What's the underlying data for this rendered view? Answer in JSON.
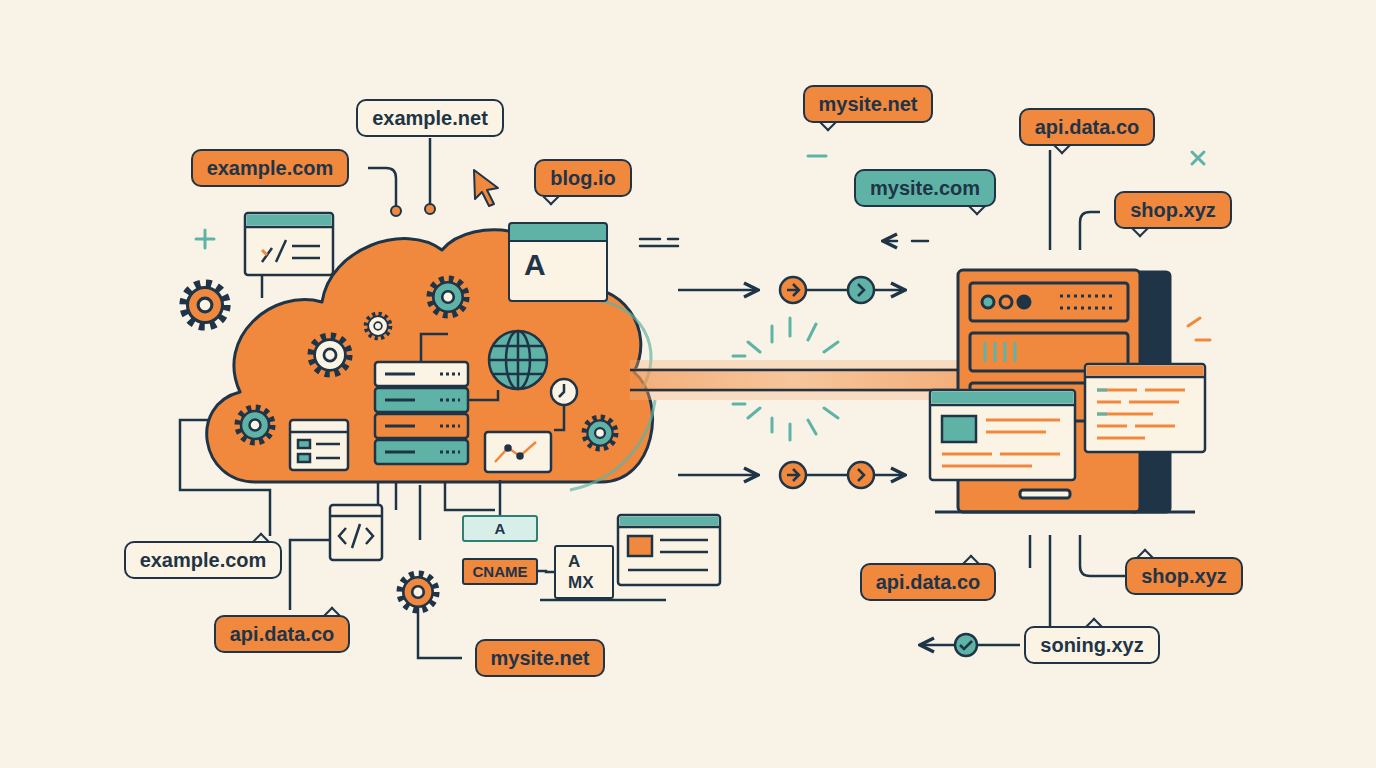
{
  "diagram": {
    "nodes": [
      {
        "text": [
          "example.net"
        ]
      },
      {
        "text": [
          "example.com"
        ]
      },
      {
        "text": [
          "blog.io"
        ]
      },
      {
        "text": [
          "mysite.net"
        ]
      },
      {
        "text": [
          "api.data.co"
        ]
      },
      {
        "text": [
          "mysite.com"
        ]
      },
      {
        "text": [
          "shop.xyz"
        ]
      },
      {
        "text": [
          "A"
        ]
      },
      {
        "text": [
          "A"
        ]
      },
      {
        "text": [
          "CNAME"
        ]
      },
      {
        "text": [
          "A",
          "MX"
        ]
      },
      {
        "text": [
          "example.com"
        ]
      },
      {
        "text": [
          "api.data.co"
        ]
      },
      {
        "text": [
          "mysite.net"
        ]
      },
      {
        "text": [
          "api.data.co"
        ]
      },
      {
        "text": [
          "shop.xyz"
        ]
      },
      {
        "text": [
          "soning.xyz"
        ]
      }
    ],
    "edges": [
      {
        "from": 9,
        "to": 10,
        "arrow": "none"
      }
    ]
  }
}
